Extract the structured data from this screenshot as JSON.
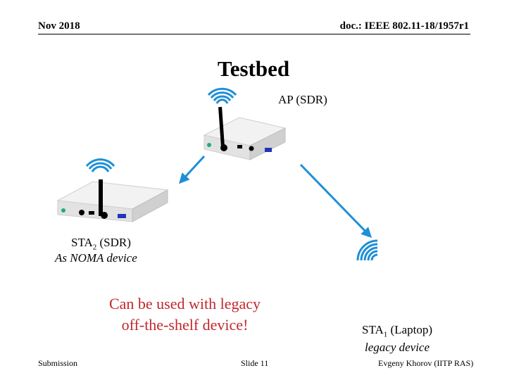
{
  "header": {
    "date": "Nov 2018",
    "doc_id": "doc.: IEEE 802.11-18/1957r1"
  },
  "title": "Testbed",
  "ap": {
    "label": "AP (SDR)"
  },
  "sta2": {
    "name": "STA",
    "subscript": "2",
    "suffix": " (SDR)",
    "role": "As NOMA device"
  },
  "sta1": {
    "name": "STA",
    "subscript": "1",
    "suffix": " (Laptop)",
    "role": "legacy device"
  },
  "note": {
    "line1": "Can be used with legacy",
    "line2": "off-the-shelf device!"
  },
  "footer": {
    "left": "Submission",
    "center": "Slide 11",
    "right": "Evgeny Khorov (IITP RAS)"
  },
  "colors": {
    "signal": "#1e90d6",
    "arrow": "#1e90d6",
    "note": "#c0282d",
    "port_blue": "#2233bb",
    "led_green": "#22aa77"
  }
}
